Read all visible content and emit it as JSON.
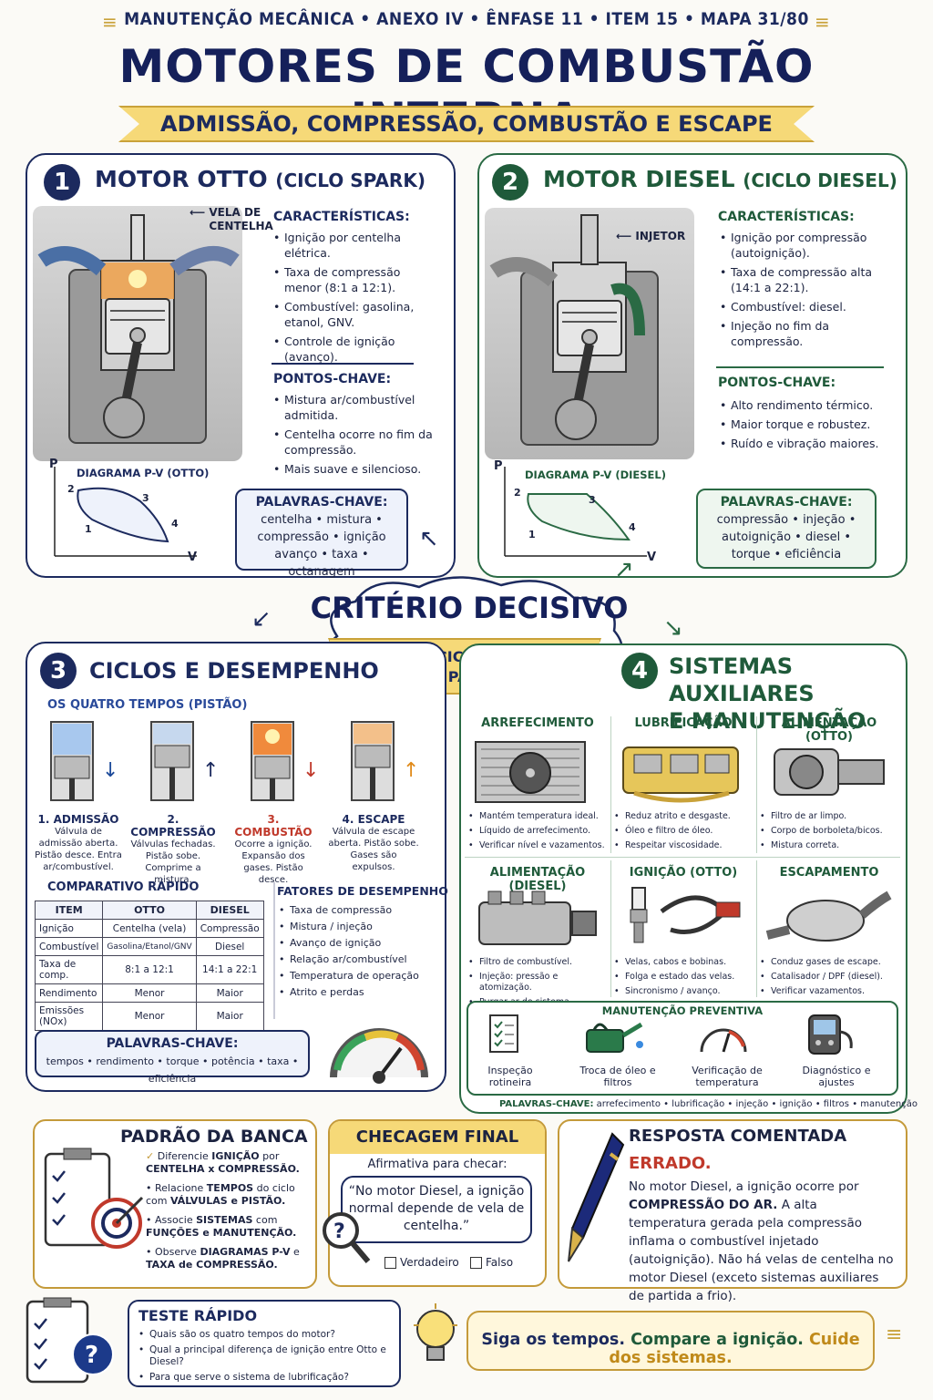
{
  "header": {
    "topline": "MANUTENÇÃO MECÂNICA • ANEXO IV • ÊNFASE 11 • ITEM 15 • MAPA 31/80",
    "title": "MOTORES DE COMBUSTÃO INTERNA",
    "ribbon": "ADMISSÃO, COMPRESSÃO, COMBUSTÃO E ESCAPE"
  },
  "colors": {
    "navy": "#1c2a5e",
    "green": "#2a6a44",
    "gold": "#f6d978",
    "red": "#c0392b"
  },
  "otto": {
    "num": "1",
    "title": "MOTOR OTTO",
    "subtitle": "(CICLO SPARK)",
    "callout": "VELA DE CENTELHA",
    "features_title": "CARACTERÍSTICAS:",
    "features": [
      "Ignição por centelha elétrica.",
      "Taxa de compressão menor (8:1 a 12:1).",
      "Combustível: gasolina, etanol, GNV.",
      "Controle de ignição (avanço)."
    ],
    "keypoints_title": "PONTOS-CHAVE:",
    "keypoints": [
      "Mistura ar/combustível admitida.",
      "Centelha ocorre no fim da compressão.",
      "Mais suave e silencioso."
    ],
    "pv_title": "DIAGRAMA P-V (OTTO)",
    "pv_p": "P",
    "pv_v": "V",
    "pv_points": [
      "1",
      "2",
      "3",
      "4"
    ],
    "kw_title": "PALAVRAS-CHAVE:",
    "kw_lines": [
      "centelha • mistura •",
      "compressão • ignição",
      "avanço • taxa • octanagem"
    ]
  },
  "diesel": {
    "num": "2",
    "title": "MOTOR DIESEL",
    "subtitle": "(CICLO DIESEL)",
    "callout": "INJETOR",
    "features_title": "CARACTERÍSTICAS:",
    "features": [
      "Ignição por compressão (autoignição).",
      "Taxa de compressão alta (14:1 a 22:1).",
      "Combustível: diesel.",
      "Injeção no fim da compressão."
    ],
    "keypoints_title": "PONTOS-CHAVE:",
    "keypoints": [
      "Alto rendimento térmico.",
      "Maior torque e robustez.",
      "Ruído e vibração maiores."
    ],
    "pv_title": "DIAGRAMA P-V (DIESEL)",
    "pv_p": "P",
    "pv_v": "V",
    "pv_points": [
      "1",
      "2",
      "3",
      "4"
    ],
    "kw_title": "PALAVRAS-CHAVE:",
    "kw_lines": [
      "compressão • injeção •",
      "autoignição • diesel •",
      "torque • eficiência"
    ]
  },
  "criterio": {
    "title": "CRITÉRIO DECISIVO",
    "text": "COMPARAR CICLOS, IGNIÇÃO E SISTEMAS PARA DECIDIR."
  },
  "ciclos": {
    "num": "3",
    "title": "CICLOS E DESEMPENHO",
    "strokes_title": "OS QUATRO TEMPOS (PISTÃO)",
    "strokes": [
      {
        "label": "1. ADMISSÃO",
        "text": "Válvula de admissão aberta. Pistão desce. Entra ar/combustível."
      },
      {
        "label": "2. COMPRESSÃO",
        "text": "Válvulas fechadas. Pistão sobe. Comprime a mistura."
      },
      {
        "label": "3. COMBUSTÃO",
        "text": "Ocorre a ignição. Expansão dos gases. Pistão desce."
      },
      {
        "label": "4. ESCAPE",
        "text": "Válvula de escape aberta. Pistão sobe. Gases são expulsos."
      }
    ],
    "table_title": "COMPARATIVO RÁPIDO",
    "table_headers": [
      "ITEM",
      "OTTO",
      "DIESEL"
    ],
    "table_rows": [
      [
        "Ignição",
        "Centelha (vela)",
        "Compressão"
      ],
      [
        "Combustível",
        "Gasolina/Etanol/GNV",
        "Diesel"
      ],
      [
        "Taxa de comp.",
        "8:1 a 12:1",
        "14:1 a 22:1"
      ],
      [
        "Rendimento",
        "Menor",
        "Maior"
      ],
      [
        "Emissões (NOx)",
        "Menor",
        "Maior"
      ]
    ],
    "factors_title": "FATORES DE DESEMPENHO",
    "factors": [
      "Taxa de compressão",
      "Mistura / injeção",
      "Avanço de ignição",
      "Relação ar/combustível",
      "Temperatura de operação",
      "Atrito e perdas"
    ],
    "kw_title": "PALAVRAS-CHAVE:",
    "kw_line": "tempos • rendimento • torque • potência • taxa • eficiência"
  },
  "sistemas": {
    "num": "4",
    "title_line1": "SISTEMAS AUXILIARES",
    "title_line2": "E MANUTENÇÃO",
    "cards": [
      {
        "title": "ARREFECIMENTO",
        "items": [
          "Mantém temperatura ideal.",
          "Líquido de arrefecimento.",
          "Verificar nível e vazamentos."
        ]
      },
      {
        "title": "LUBRIFICAÇÃO",
        "items": [
          "Reduz atrito e desgaste.",
          "Óleo e filtro de óleo.",
          "Respeitar viscosidade."
        ]
      },
      {
        "title": "ALIMENTAÇÃO (OTTO)",
        "items": [
          "Filtro de ar limpo.",
          "Corpo de borboleta/bicos.",
          "Mistura correta."
        ]
      },
      {
        "title": "ALIMENTAÇÃO (DIESEL)",
        "items": [
          "Filtro de combustível.",
          "Injeção: pressão e atomização.",
          "Purgar ar do sistema."
        ]
      },
      {
        "title": "IGNIÇÃO (OTTO)",
        "items": [
          "Velas, cabos e bobinas.",
          "Folga e estado das velas.",
          "Sincronismo / avanço."
        ]
      },
      {
        "title": "ESCAPAMENTO",
        "items": [
          "Conduz gases de escape.",
          "Catalisador / DPF (diesel).",
          "Verificar vazamentos."
        ]
      }
    ],
    "prev_title": "MANUTENÇÃO PREVENTIVA",
    "prev_items": [
      "Inspeção rotineira",
      "Troca de óleo e filtros",
      "Verificação de temperatura",
      "Diagnóstico e ajustes"
    ],
    "kw_label": "PALAVRAS-CHAVE:",
    "kw_line": "arrefecimento • lubrificação • injeção • ignição • filtros • manutenção"
  },
  "banca": {
    "title": "PADRÃO DA BANCA",
    "items": [
      {
        "pre": "Diferencie ",
        "b1": "IGNIÇÃO",
        "mid": " por ",
        "b2": "CENTELHA x COMPRESSÃO."
      },
      {
        "pre": "Relacione ",
        "b1": "TEMPOS",
        "mid": " do ciclo com ",
        "b2": "VÁLVULAS e PISTÃO."
      },
      {
        "pre": "Associe ",
        "b1": "SISTEMAS",
        "mid": " com ",
        "b2": "FUNÇÕES e MANUTENÇÃO."
      },
      {
        "pre": "Observe ",
        "b1": "DIAGRAMAS P-V",
        "mid": " e ",
        "b2": "TAXA de COMPRESSÃO."
      }
    ]
  },
  "checagem": {
    "title": "CHECAGEM FINAL",
    "prompt": "Afirmativa para checar:",
    "statement": "“No motor Diesel, a ignição normal depende de vela de centelha.”",
    "opt_true": "Verdadeiro",
    "opt_false": "Falso"
  },
  "resposta": {
    "title": "RESPOSTA COMENTADA",
    "verdict": "ERRADO.",
    "text_pre": "No motor Diesel, a ignição ocorre por ",
    "text_bold": "COMPRESSÃO DO AR.",
    "text_post": " A alta temperatura gerada pela compressão inflama o combustível injetado (autoignição). Não há velas de centelha no motor Diesel (exceto sistemas auxiliares de partida a frio)."
  },
  "teste": {
    "title": "TESTE RÁPIDO",
    "items": [
      "Quais são os quatro tempos do motor?",
      "Qual a principal diferença de ignição entre Otto e Diesel?",
      "Para que serve o sistema de lubrificação?"
    ]
  },
  "motto": {
    "a": "Siga os tempos.",
    "b": "Compare a ignição.",
    "c": "Cuide dos sistemas."
  }
}
